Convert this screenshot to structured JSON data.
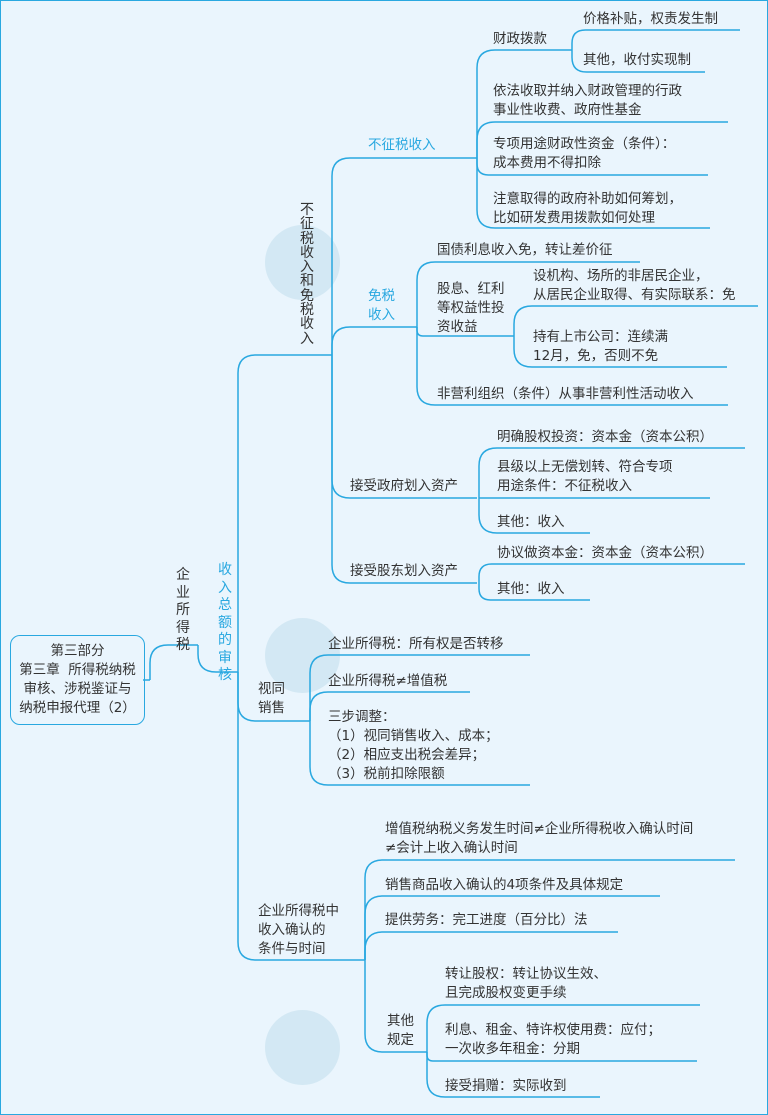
{
  "root": {
    "label": "第三部分\n第三章  所得税纳税\n审核、涉税鉴证与\n纳税申报代理（2）"
  },
  "l1": {
    "label": "企业所得税"
  },
  "l2": {
    "label": "收入总额的审核"
  },
  "l3": {
    "nontax_exempt": "不征税收入和免税收入",
    "deemed_sales": "视同\n销售",
    "recognition": "企业所得税中\n收入确认的\n条件与时间"
  },
  "nontax": {
    "label": "不征税收入",
    "fiscal": "财政拨款",
    "fiscal_children": [
      "价格补贴，权责发生制",
      "其他，收付实现制"
    ],
    "fees": "依法收取并纳入财政管理的行政\n事业性收费、政府性基金",
    "special": "专项用途财政性资金（条件）：\n成本费用不得扣除",
    "note": "注意取得的政府补助如何筹划，\n比如研发费用拨款如何处理"
  },
  "exempt": {
    "label": "免税\n收入",
    "bond": "国债利息收入免，转让差价征",
    "dividend": "股息、红利\n等权益性投\n资收益",
    "dividend_children": [
      "设机构、场所的非居民企业，\n从居民企业取得、有实际联系：免",
      "持有上市公司：连续满\n12月，免，否则不免"
    ],
    "nonprofit": "非营利组织（条件）从事非营利性活动收入"
  },
  "gov_assets": {
    "label": "接受政府划入资产",
    "children": [
      "明确股权投资：资本金（资本公积）",
      "县级以上无偿划转、符合专项\n用途条件：不征税收入",
      "其他：收入"
    ]
  },
  "sh_assets": {
    "label": "接受股东划入资产",
    "children": [
      "协议做资本金：资本金（资本公积）",
      "其他：收入"
    ]
  },
  "deemed": {
    "children": [
      "企业所得税：所有权是否转移",
      "企业所得税≠增值税",
      "三步调整：\n（1）视同销售收入、成本；\n（2）相应支出税会差异；\n（3）税前扣除限额"
    ]
  },
  "recog": {
    "children": [
      "增值税纳税义务发生时间≠企业所得税收入确认时间\n≠会计上收入确认时间",
      "销售商品收入确认的4项条件及具体规定",
      "提供劳务：完工进度（百分比）法"
    ],
    "other": "其他\n规定",
    "other_children": [
      "转让股权：转让协议生效、\n且完成股权变更手续",
      "利息、租金、特许权使用费：应付；\n一次收多年租金：分期",
      "接受捐赠：实际收到"
    ]
  },
  "colors": {
    "line": "#29a8e0",
    "background": "#eaf5fd",
    "accent_text": "#29a8e0"
  }
}
